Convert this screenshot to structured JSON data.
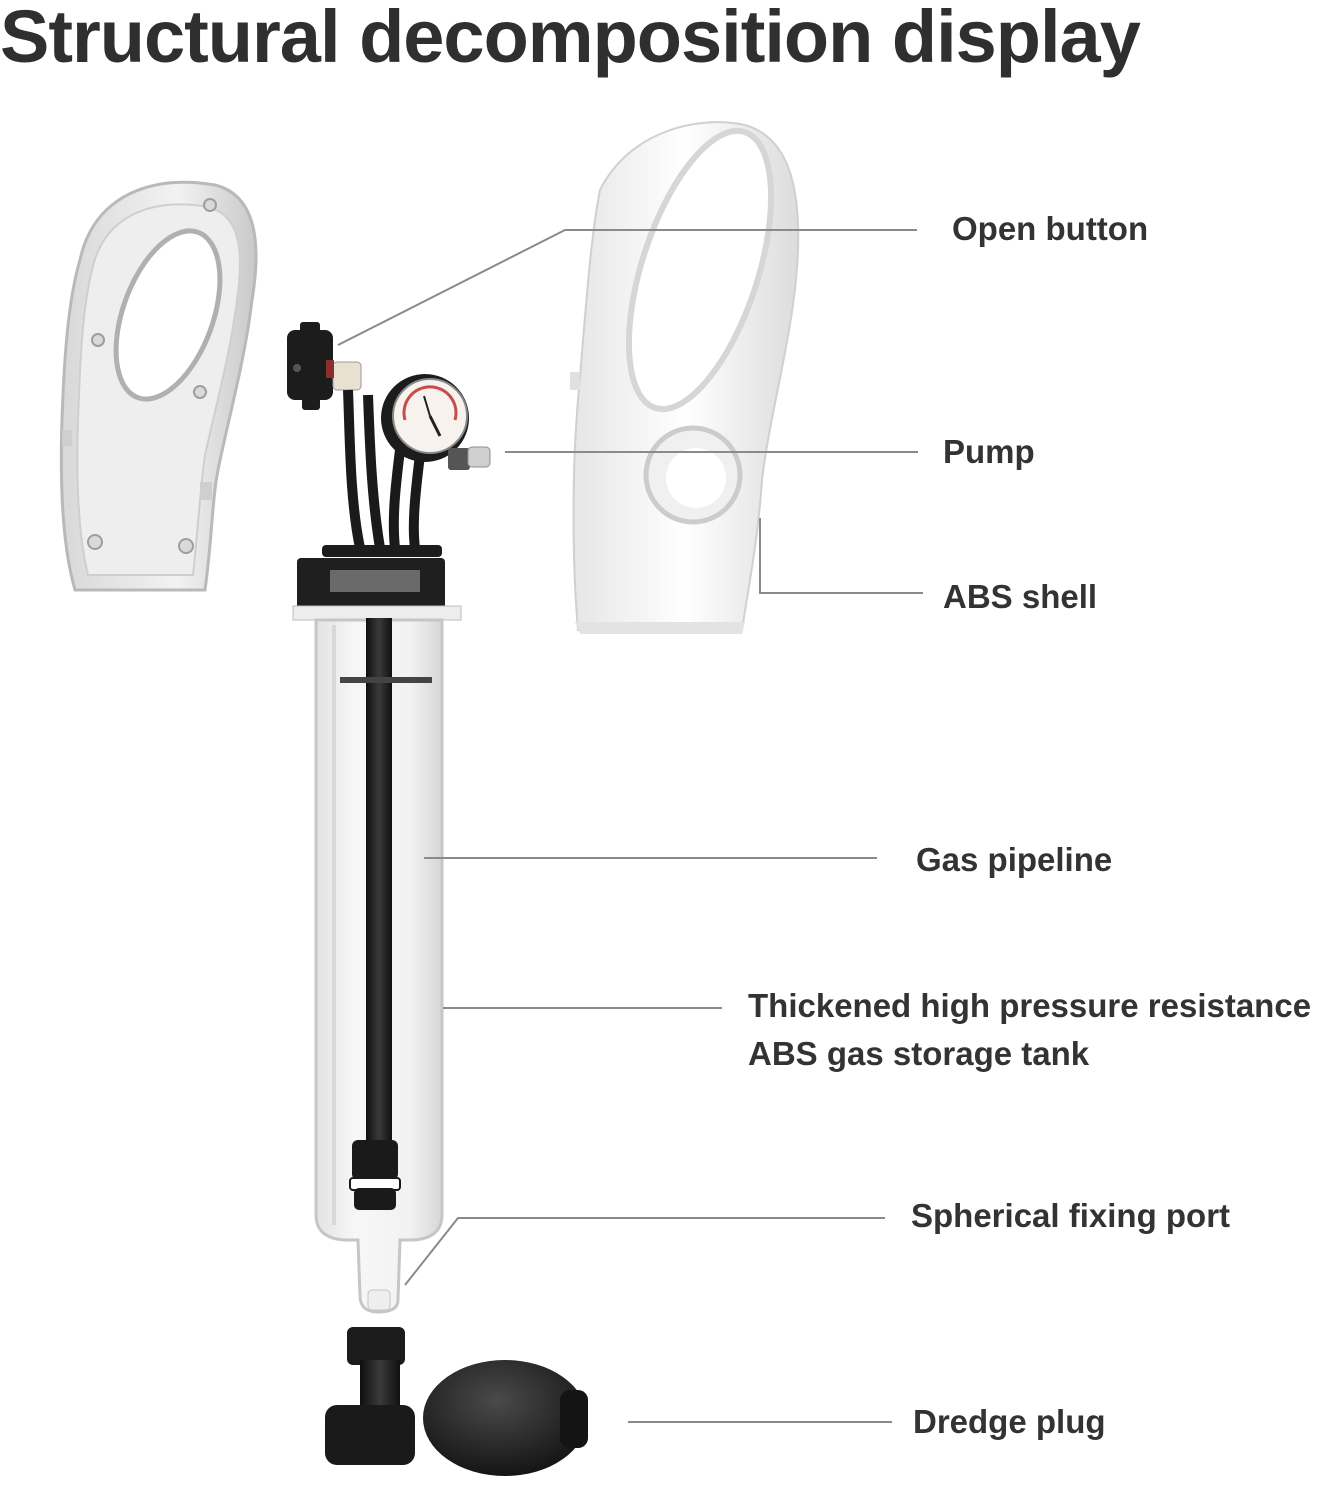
{
  "title": "Structural decomposition display",
  "labels": {
    "open_button": "Open button",
    "pump": "Pump",
    "abs_shell": "ABS shell",
    "gas_pipeline": "Gas pipeline",
    "tank_line1": "Thickened high pressure resistance",
    "tank_line2": "ABS gas storage tank",
    "spherical_port": "Spherical fixing port",
    "dredge_plug": "Dredge plug"
  },
  "colors": {
    "text": "#333333",
    "leader_line": "#8a8a8a",
    "shell_white": "#f4f4f4",
    "part_black": "#1c1c1c"
  }
}
